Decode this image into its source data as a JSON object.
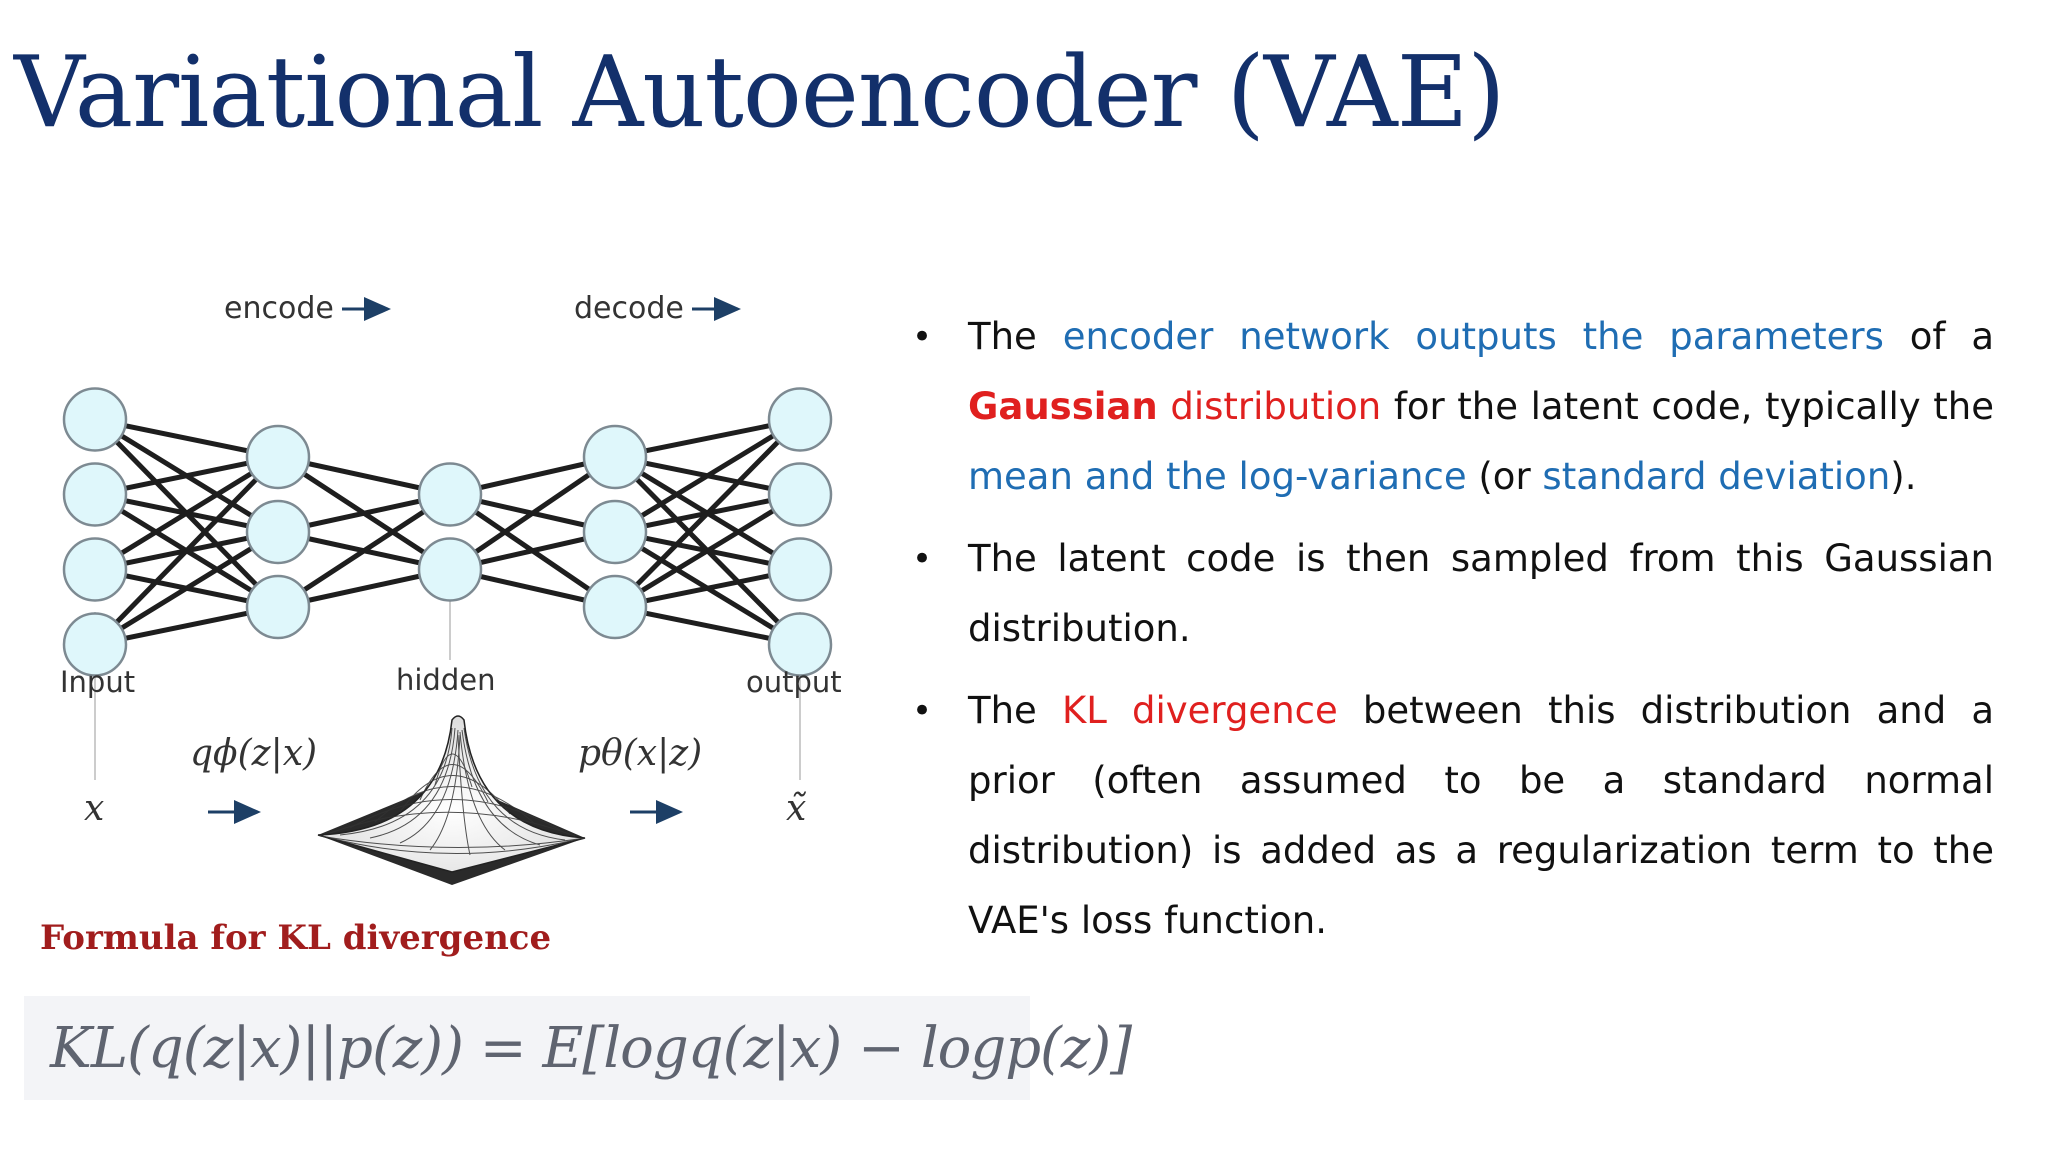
{
  "slide": {
    "title": "Variational Autoencoder (VAE)"
  },
  "diagram": {
    "encode_label": "encode",
    "decode_label": "decode",
    "input_label": "Input",
    "hidden_label": "hidden",
    "output_label": "output",
    "encoder_dist": "qϕ(z|x)",
    "decoder_dist": "pθ(x|z)",
    "x_symbol": "x",
    "x_tilde_symbol": "x̃",
    "layer_sizes": [
      4,
      3,
      2,
      3,
      4
    ],
    "colors": {
      "node_fill": "#dff7fb",
      "node_stroke": "#7d8a92",
      "edge": "#1e1e1e",
      "arrow": "#1d3f66"
    }
  },
  "formula": {
    "label": "Formula for KL divergence",
    "text": "KL(q(z|x)||p(z)) = E[logq(z|x) − logp(z)]"
  },
  "bullets": [
    {
      "p1": "The ",
      "p2": "encoder network outputs the parameters",
      "p3": " of a ",
      "p4": "Gaussian",
      "p5": " ",
      "p6": "distribution",
      "p7": " for the latent code, typically the ",
      "p8": "mean and the log-variance",
      "p9": " (or ",
      "p10": "standard deviation",
      "p11": ")."
    },
    {
      "p1": "The latent code is then sampled from this Gaussian distribution."
    },
    {
      "p1": "The ",
      "p2": "KL divergence",
      "p3": " between this distribution and a prior (often assumed to be a standard normal distribution) is added as a regularization term to the VAE's loss function."
    }
  ],
  "colors": {
    "title": "#13306b",
    "accent_blue": "#1f6db3",
    "accent_red": "#e0201f",
    "formula_label": "#a11d1d"
  }
}
